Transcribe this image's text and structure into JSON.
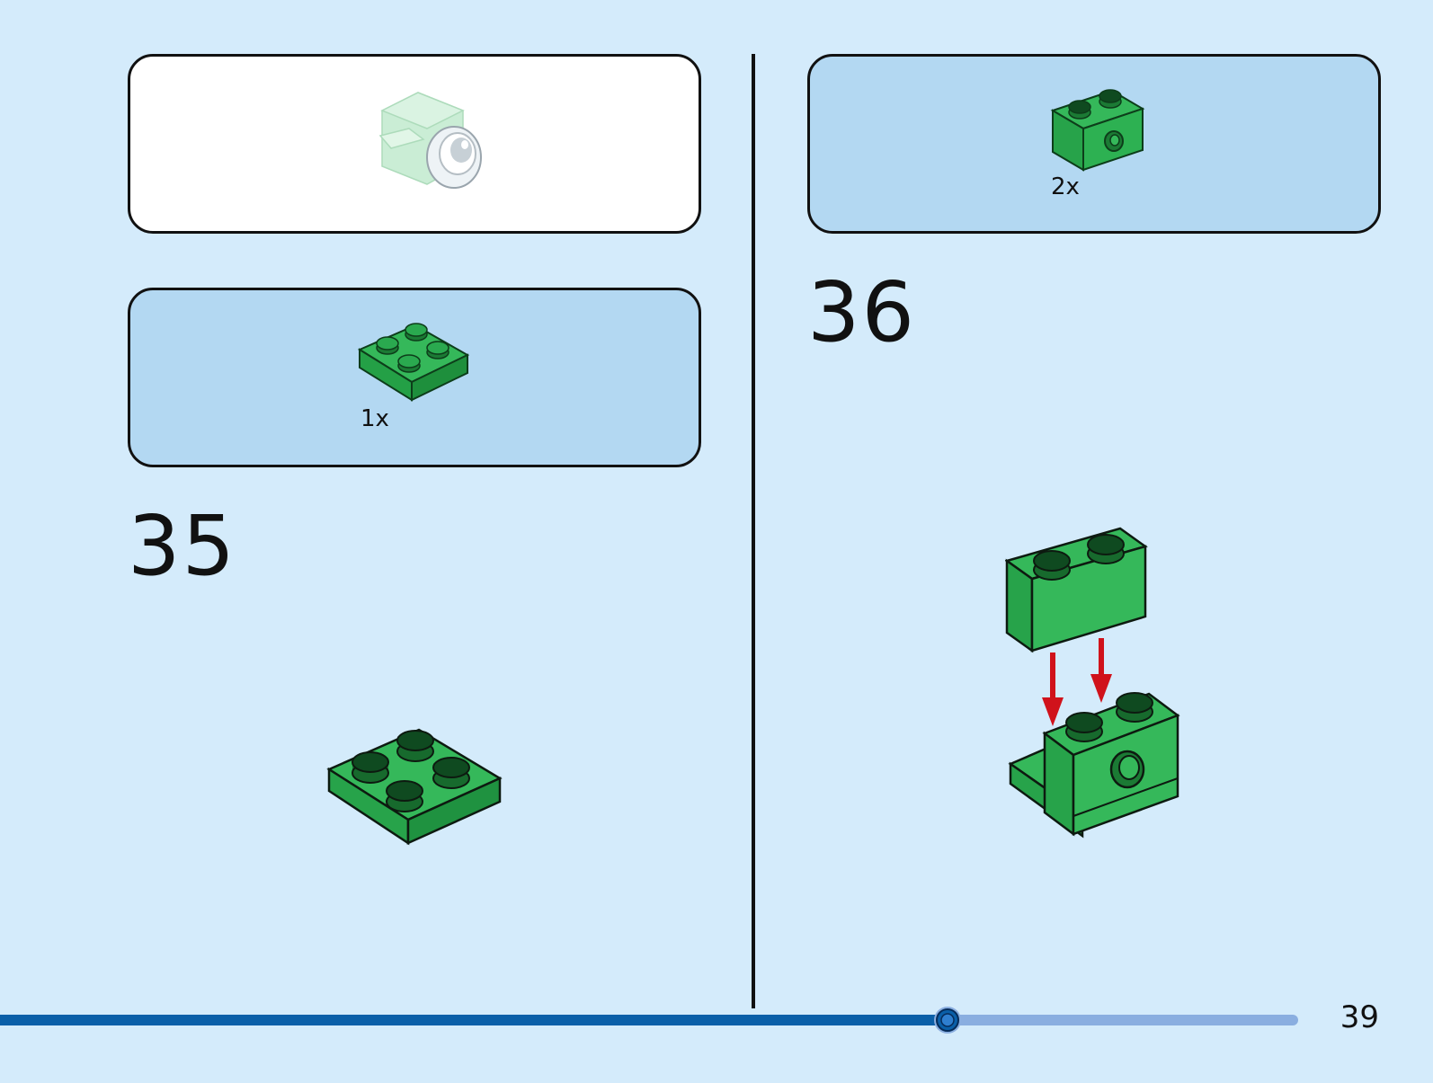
{
  "panels": {
    "previous_part": {
      "quantity": ""
    },
    "step35_parts": {
      "quantity": "1x"
    },
    "step36_parts": {
      "quantity": "2x"
    }
  },
  "steps": [
    {
      "number": "35"
    },
    {
      "number": "36"
    }
  ],
  "progress": {
    "fraction": 0.73
  },
  "page": {
    "number": "39"
  },
  "colors": {
    "background": "#d4ebfb",
    "panel_blue": "#b3d8f2",
    "brick_green": "#35b85a",
    "arrow_red": "#d0121b",
    "progress_dark": "#0a5fa8",
    "progress_light": "#8aaee0"
  }
}
